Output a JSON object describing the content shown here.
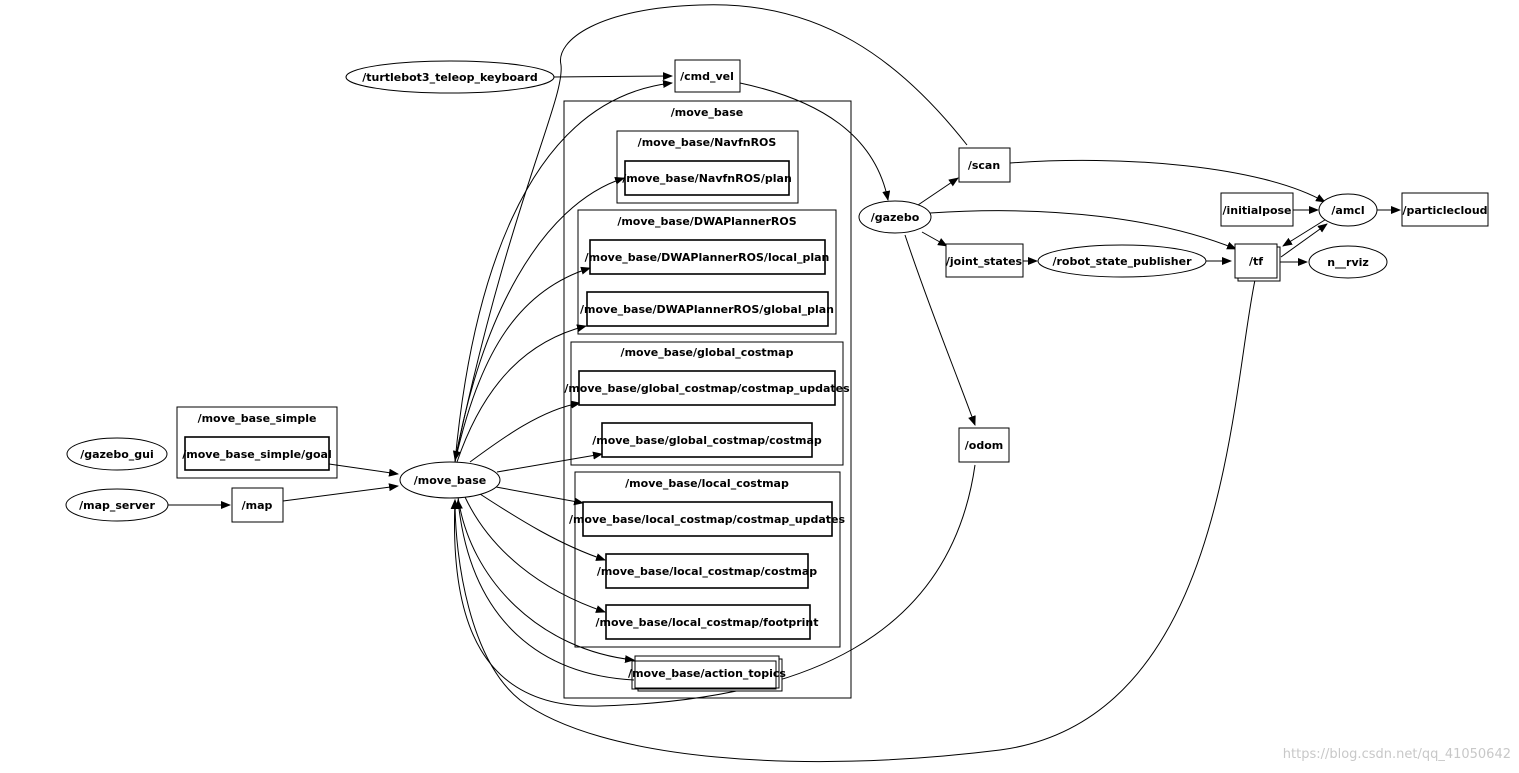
{
  "nodes": {
    "teleop": "/turtlebot3_teleop_keyboard",
    "cmd_vel": "/cmd_vel",
    "gazebo": "/gazebo",
    "scan": "/scan",
    "joint_states": "/joint_states",
    "robot_state_publisher": "/robot_state_publisher",
    "tf": "/tf",
    "initialpose": "/initialpose",
    "amcl": "/amcl",
    "particlecloud": "/particlecloud",
    "rviz": "n__rviz",
    "odom": "/odom",
    "gazebo_gui": "/gazebo_gui",
    "map_server": "/map_server",
    "map": "/map",
    "move_base_node": "/move_base",
    "move_base_simple_goal": "/move_base_simple/goal",
    "navfn_plan": "/move_base/NavfnROS/plan",
    "dwa_local_plan": "/move_base/DWAPlannerROS/local_plan",
    "dwa_global_plan": "/move_base/DWAPlannerROS/global_plan",
    "global_costmap_updates": "/move_base/global_costmap/costmap_updates",
    "global_costmap": "/move_base/global_costmap/costmap",
    "local_costmap_updates": "/move_base/local_costmap/costmap_updates",
    "local_costmap": "/move_base/local_costmap/costmap",
    "local_footprint": "/move_base/local_costmap/footprint",
    "action_topics": "/move_base/action_topics"
  },
  "clusters": {
    "move_base": "/move_base",
    "navfn": "/move_base/NavfnROS",
    "dwa": "/move_base/DWAPlannerROS",
    "global_costmap": "/move_base/global_costmap",
    "local_costmap": "/move_base/local_costmap",
    "move_base_simple": "/move_base_simple"
  },
  "watermark": "https://blog.csdn.net/qq_41050642"
}
